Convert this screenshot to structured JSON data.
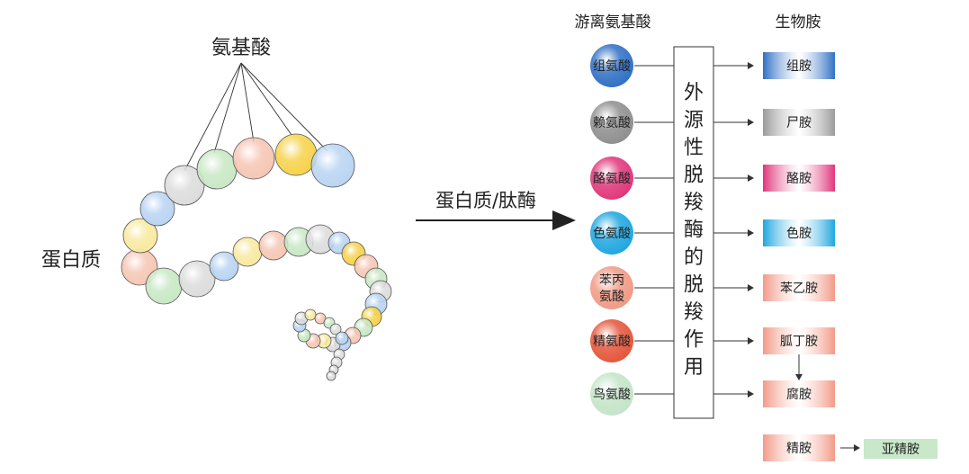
{
  "labels": {
    "amino_acids": "氨基酸",
    "protein": "蛋白质",
    "process": "蛋白质/肽酶",
    "free_amino_acids": "游离氨基酸",
    "biogenic_amines": "生物胺",
    "enzyme": "外源性脱羧酶的脱羧作用"
  },
  "amino_acids": [
    {
      "name": "组氨酸",
      "color": "#2f6fc4"
    },
    {
      "name": "赖氨酸",
      "color": "#8e8e8e"
    },
    {
      "name": "酪氨酸",
      "color": "#e0357a"
    },
    {
      "name": "色氨酸",
      "color": "#1fa6e0"
    },
    {
      "name": "苯丙\n氨酸",
      "color": "#f09a85"
    },
    {
      "name": "精氨酸",
      "color": "#e4553a"
    },
    {
      "name": "鸟氨酸",
      "color": "#c4e4c8"
    }
  ],
  "amines": [
    {
      "name": "组胺",
      "color": "#2f6fc4"
    },
    {
      "name": "尸胺",
      "color": "#9a9a9a"
    },
    {
      "name": "酪胺",
      "color": "#e0357a"
    },
    {
      "name": "色胺",
      "color": "#1fa6e0"
    },
    {
      "name": "苯乙胺",
      "color": "#f39a86"
    },
    {
      "name": "胍丁胺",
      "color": "#f39a86"
    },
    {
      "name": "腐胺",
      "color": "#f39a86"
    },
    {
      "name": "精胺",
      "color": "#f39a86"
    }
  ],
  "spermidine": {
    "name": "亚精胺",
    "color": "#c9e8c9"
  },
  "bead_colors": {
    "blue": "#b9d4f2",
    "gray": "#dcdcdc",
    "yellow": "#f8e9a0",
    "green": "#c8e8c4",
    "pink": "#f6c6b4",
    "gold": "#f6d24a"
  }
}
